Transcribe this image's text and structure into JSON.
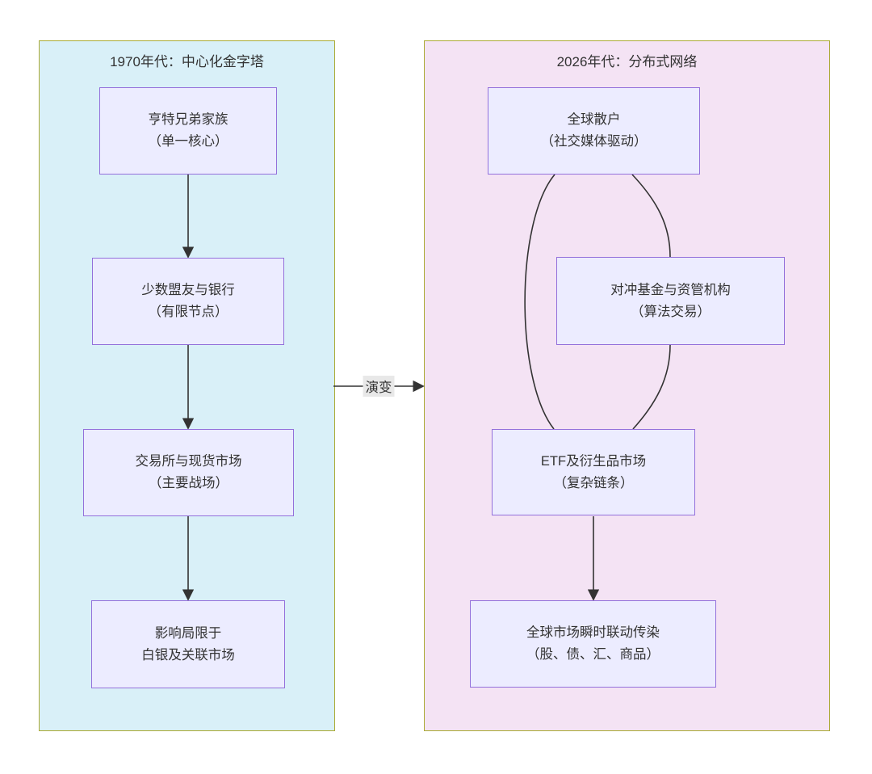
{
  "diagram": {
    "type": "flowchart-comparison",
    "panels": [
      {
        "id": "era-1970s",
        "title": "1970年代：中心化金字塔",
        "nodes": [
          {
            "id": "hunt-family",
            "line1": "亨特兄弟家族",
            "line2": "（单一核心）"
          },
          {
            "id": "allies-banks",
            "line1": "少数盟友与银行",
            "line2": "（有限节点）"
          },
          {
            "id": "exchanges-spot",
            "line1": "交易所与现货市场",
            "line2": "（主要战场）"
          },
          {
            "id": "silver-impact",
            "line1": "影响局限于",
            "line2": "白银及关联市场"
          }
        ]
      },
      {
        "id": "era-2026",
        "title": "2026年代：分布式网络",
        "nodes": [
          {
            "id": "global-retail",
            "line1": "全球散户",
            "line2": "（社交媒体驱动）"
          },
          {
            "id": "hedge-funds",
            "line1": "对冲基金与资管机构",
            "line2": "（算法交易）"
          },
          {
            "id": "etf-derivatives",
            "line1": "ETF及衍生品市场",
            "line2": "（复杂链条）"
          },
          {
            "id": "global-contagion",
            "line1": "全球市场瞬时联动传染",
            "line2": "（股、债、汇、商品）"
          }
        ]
      }
    ],
    "edge_label": "演变",
    "edges": [
      {
        "from": "hunt-family",
        "to": "allies-banks",
        "style": "arrow"
      },
      {
        "from": "allies-banks",
        "to": "exchanges-spot",
        "style": "arrow"
      },
      {
        "from": "exchanges-spot",
        "to": "silver-impact",
        "style": "arrow"
      },
      {
        "from": "era-1970s",
        "to": "era-2026",
        "style": "arrow",
        "label": "演变"
      },
      {
        "from": "global-retail",
        "to": "etf-derivatives",
        "style": "open-curve"
      },
      {
        "from": "global-retail",
        "to": "hedge-funds",
        "style": "open-curve"
      },
      {
        "from": "hedge-funds",
        "to": "etf-derivatives",
        "style": "open-curve"
      },
      {
        "from": "etf-derivatives",
        "to": "global-contagion",
        "style": "arrow"
      }
    ],
    "colors": {
      "left_panel_fill": "#d9f0f8",
      "right_panel_fill": "#f4e3f4",
      "panel_border": "#aaaa33",
      "node_fill": "#ECECFF",
      "node_border": "#9370DB",
      "line": "#333333",
      "edge_label_bg": "#e8e8e8",
      "text": "#333333"
    }
  }
}
